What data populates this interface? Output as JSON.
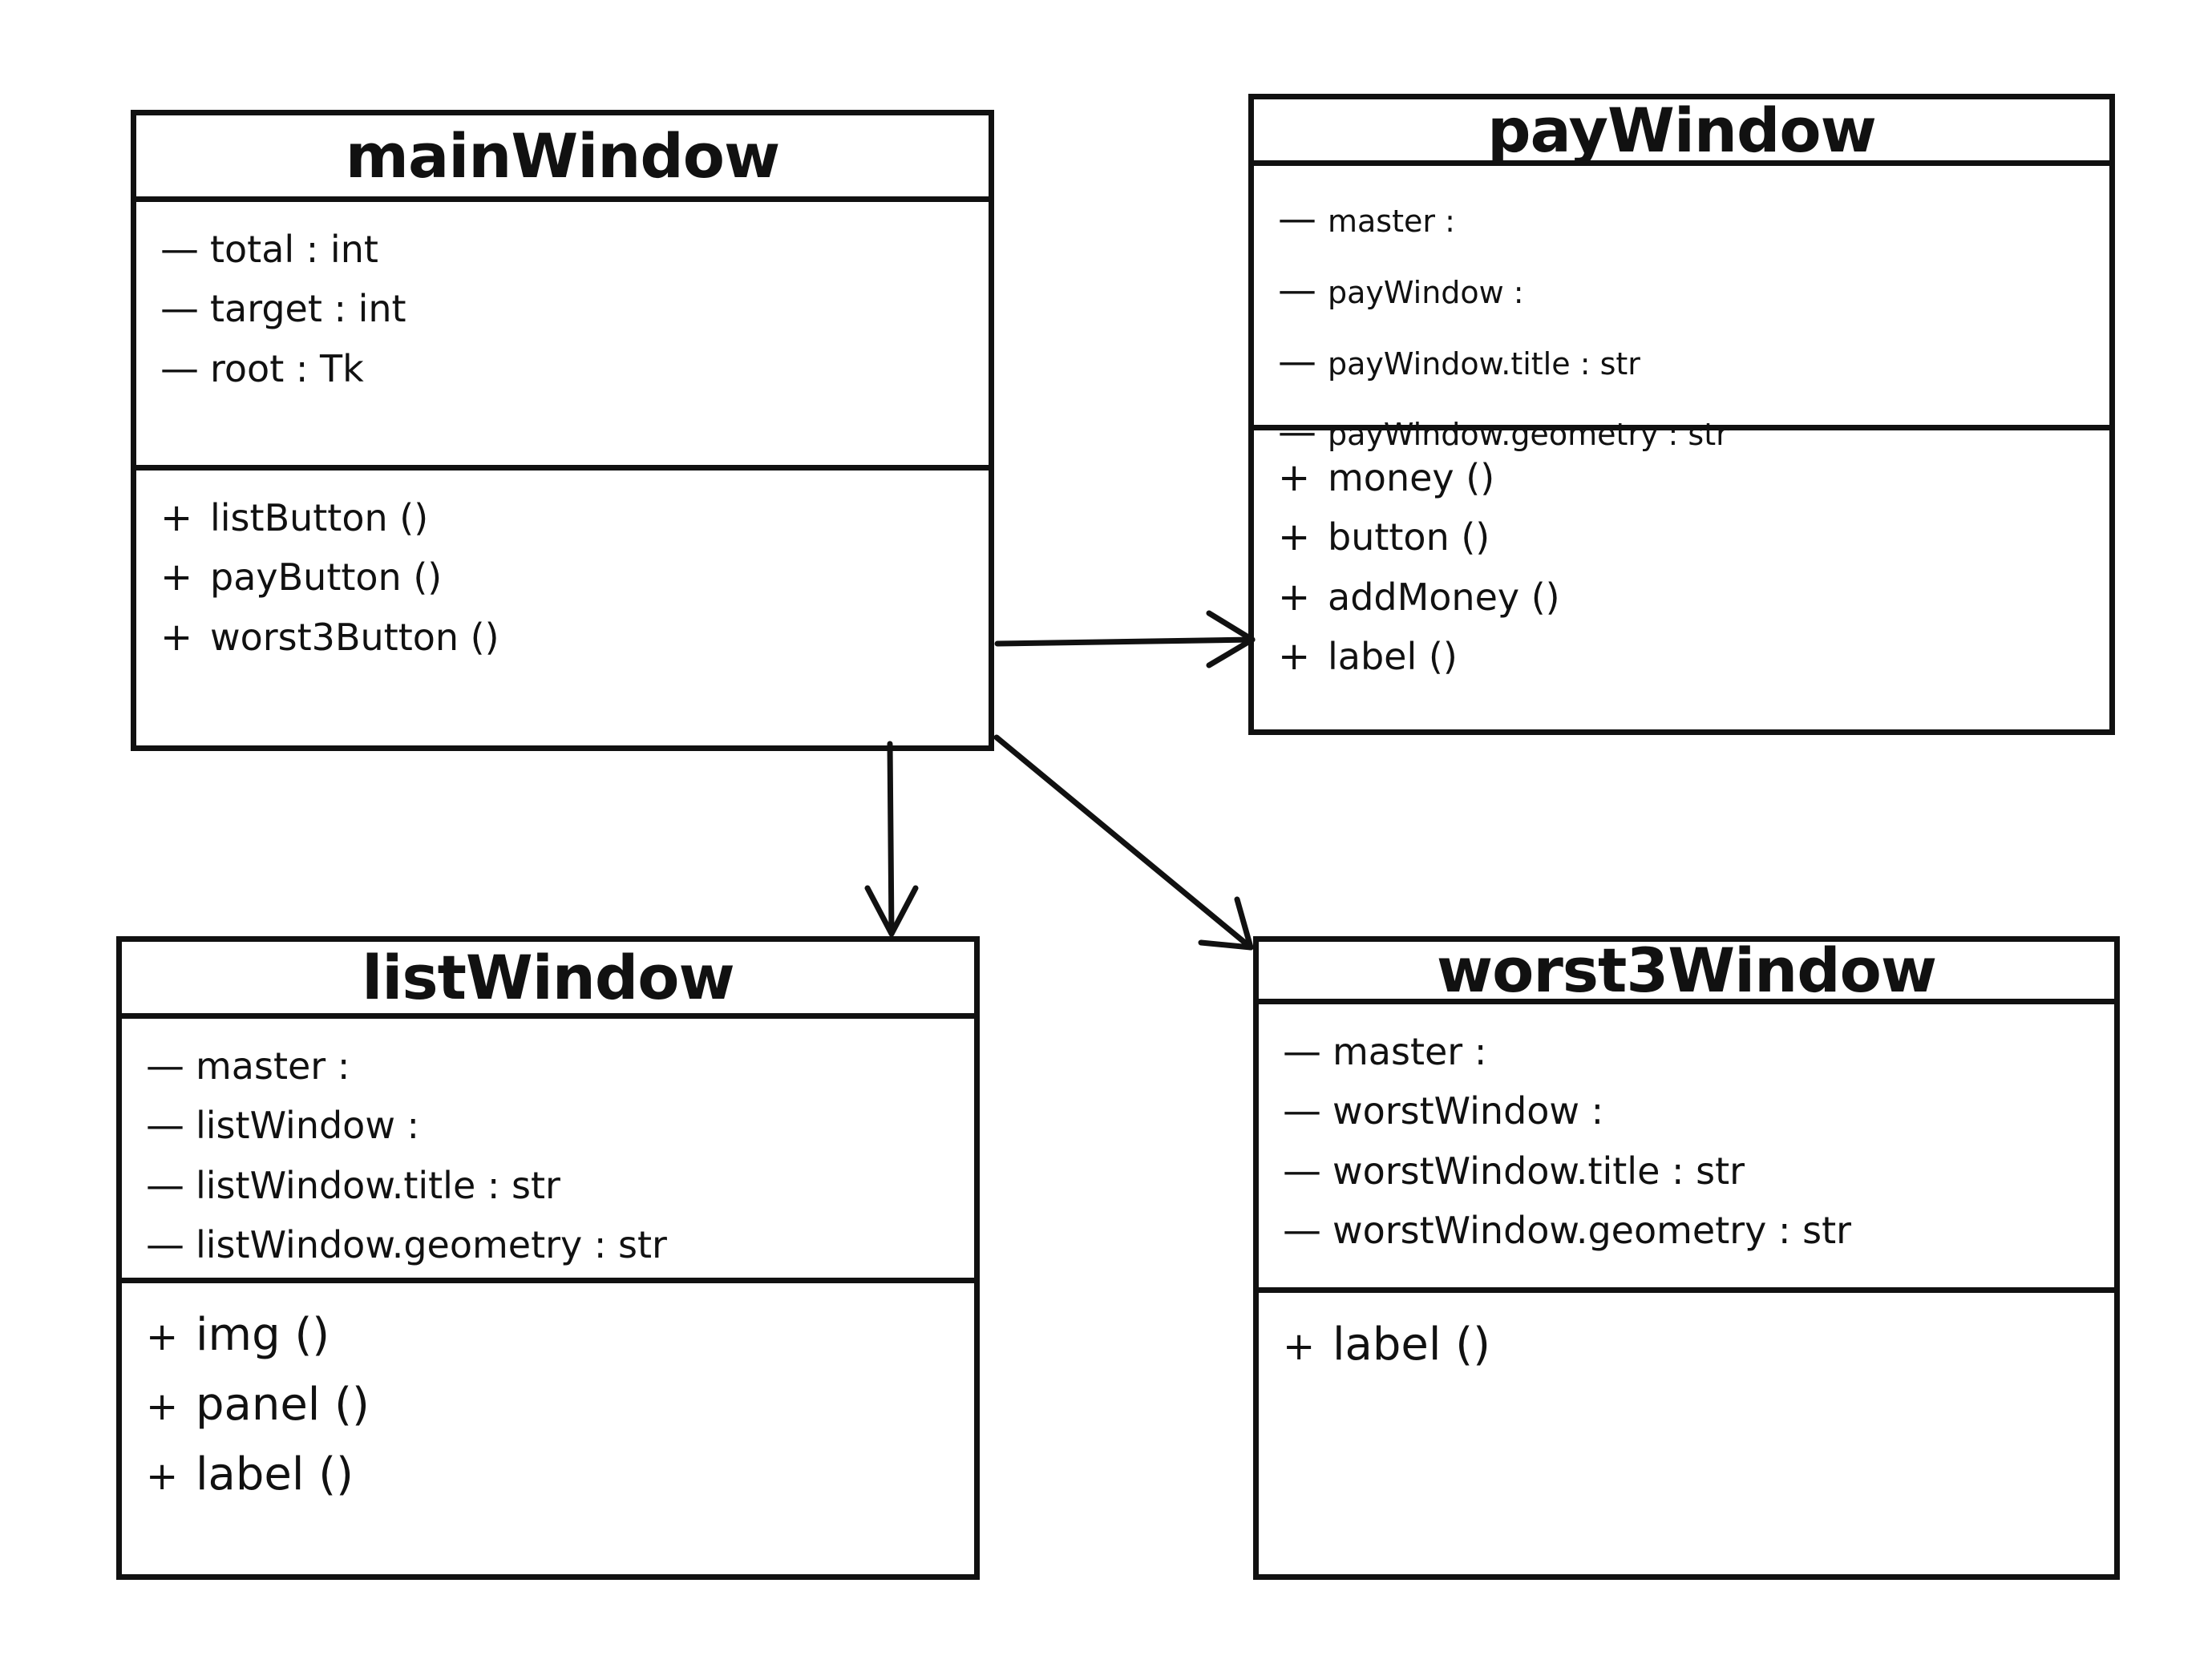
{
  "classes": {
    "main_window": {
      "name": "mainWindow",
      "attributes": [
        {
          "visibility": "—",
          "text": "total : int"
        },
        {
          "visibility": "—",
          "text": "target : int"
        },
        {
          "visibility": "—",
          "text": "root : Tk"
        }
      ],
      "methods": [
        {
          "visibility": "+",
          "text": "listButton ()"
        },
        {
          "visibility": "+",
          "text": "payButton ()"
        },
        {
          "visibility": "+",
          "text": "worst3Button ()"
        }
      ]
    },
    "pay_window": {
      "name": "payWindow",
      "attributes": [
        {
          "visibility": "—",
          "text": "master :"
        },
        {
          "visibility": "—",
          "text": "payWindow :"
        },
        {
          "visibility": "—",
          "text": "payWindow.title : str"
        },
        {
          "visibility": "—",
          "text": "payWindow.geometry : str"
        }
      ],
      "methods": [
        {
          "visibility": "+",
          "text": "money ()"
        },
        {
          "visibility": "+",
          "text": "button ()"
        },
        {
          "visibility": "+",
          "text": "addMoney ()"
        },
        {
          "visibility": "+",
          "text": "label ()"
        }
      ]
    },
    "list_window": {
      "name": "listWindow",
      "attributes": [
        {
          "visibility": "—",
          "text": "master :"
        },
        {
          "visibility": "—",
          "text": "listWindow :"
        },
        {
          "visibility": "—",
          "text": "listWindow.title : str"
        },
        {
          "visibility": "—",
          "text": "listWindow.geometry : str"
        }
      ],
      "methods": [
        {
          "visibility": "+",
          "text": "img ()"
        },
        {
          "visibility": "+",
          "text": "panel ()"
        },
        {
          "visibility": "+",
          "text": "label ()"
        }
      ]
    },
    "worst3_window": {
      "name": "worst3Window",
      "attributes": [
        {
          "visibility": "—",
          "text": "master :"
        },
        {
          "visibility": "—",
          "text": "worstWindow :"
        },
        {
          "visibility": "—",
          "text": "worstWindow.title : str"
        },
        {
          "visibility": "—",
          "text": "worstWindow.geometry : str"
        }
      ],
      "methods": [
        {
          "visibility": "+",
          "text": "label ()"
        }
      ]
    }
  },
  "colors": {
    "ink": "#111111",
    "background": "#ffffff"
  }
}
